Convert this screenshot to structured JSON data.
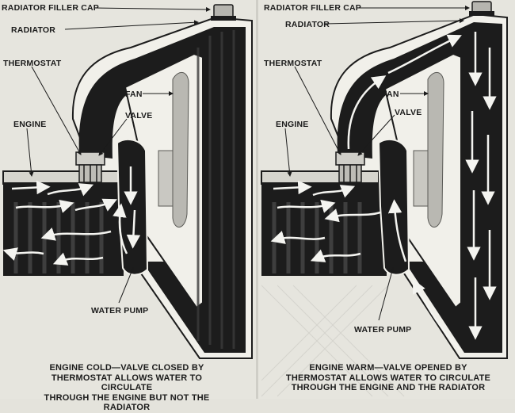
{
  "panels": [
    {
      "id": "engine-cold",
      "labels": {
        "radiator_filler_cap": "RADIATOR FILLER CAP",
        "radiator": "RADIATOR",
        "thermostat": "THERMOSTAT",
        "fan": "FAN",
        "valve": "VALVE",
        "engine": "ENGINE",
        "water_pump": "WATER PUMP"
      },
      "caption": [
        "ENGINE COLD—VALVE CLOSED BY",
        "THERMOSTAT ALLOWS WATER TO CIRCULATE",
        "THROUGH THE ENGINE BUT NOT THE RADIATOR"
      ]
    },
    {
      "id": "engine-warm",
      "labels": {
        "radiator_filler_cap": "RADIATOR FILLER CAP",
        "radiator": "RADIATOR",
        "thermostat": "THERMOSTAT",
        "fan": "FAN",
        "valve": "VALVE",
        "engine": "ENGINE",
        "water_pump": "WATER PUMP"
      },
      "caption": [
        "ENGINE WARM—VALVE OPENED BY",
        "THERMOSTAT ALLOWS WATER TO CIRCULATE",
        "THROUGH THE ENGINE AND THE RADIATOR"
      ]
    }
  ],
  "colors": {
    "water": "#1c1c1c",
    "casing": "#f1f0ea",
    "fan": "#b9b8b2",
    "arrow": "#f4f4f0"
  }
}
